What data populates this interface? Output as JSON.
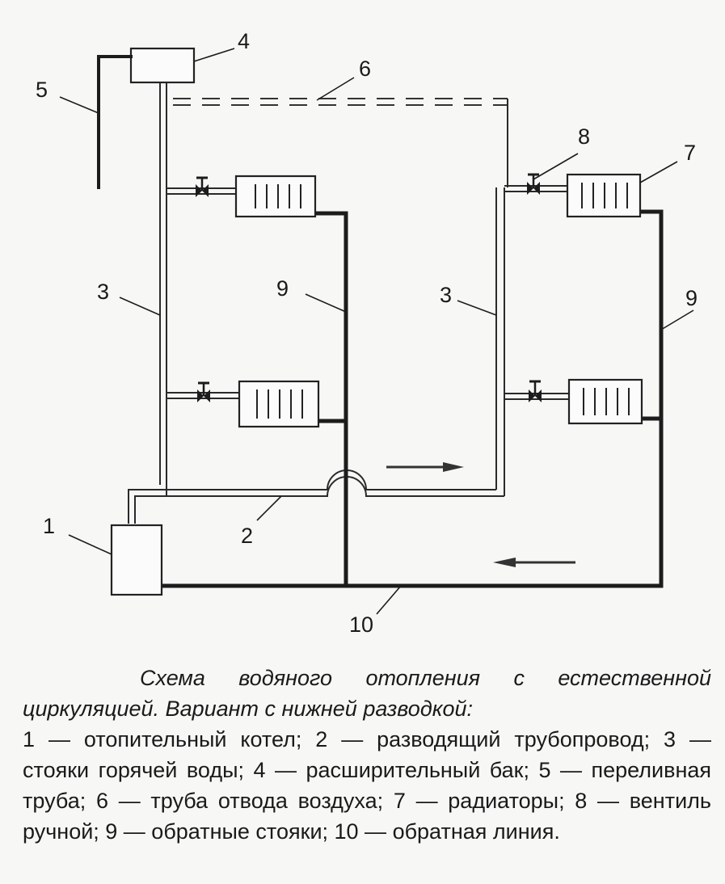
{
  "labels": {
    "l1": "1",
    "l2": "2",
    "l3a": "3",
    "l3b": "3",
    "l4": "4",
    "l5": "5",
    "l6": "6",
    "l7": "7",
    "l8": "8",
    "l9a": "9",
    "l9b": "9",
    "l10": "10"
  },
  "caption": {
    "title": "Схема водяного отопления с естественной циркуляцией. Вариант с нижней разводкой:",
    "legend": "1 — отопительный котел; 2 — разводящий трубопровод; 3 — стояки горячей воды; 4 — расширительный бак; 5 — переливная труба; 6 — труба отвода воздуха; 7 — радиаторы; 8 — вентиль ручной; 9 — обратные стояки; 10 — обратная линия."
  }
}
